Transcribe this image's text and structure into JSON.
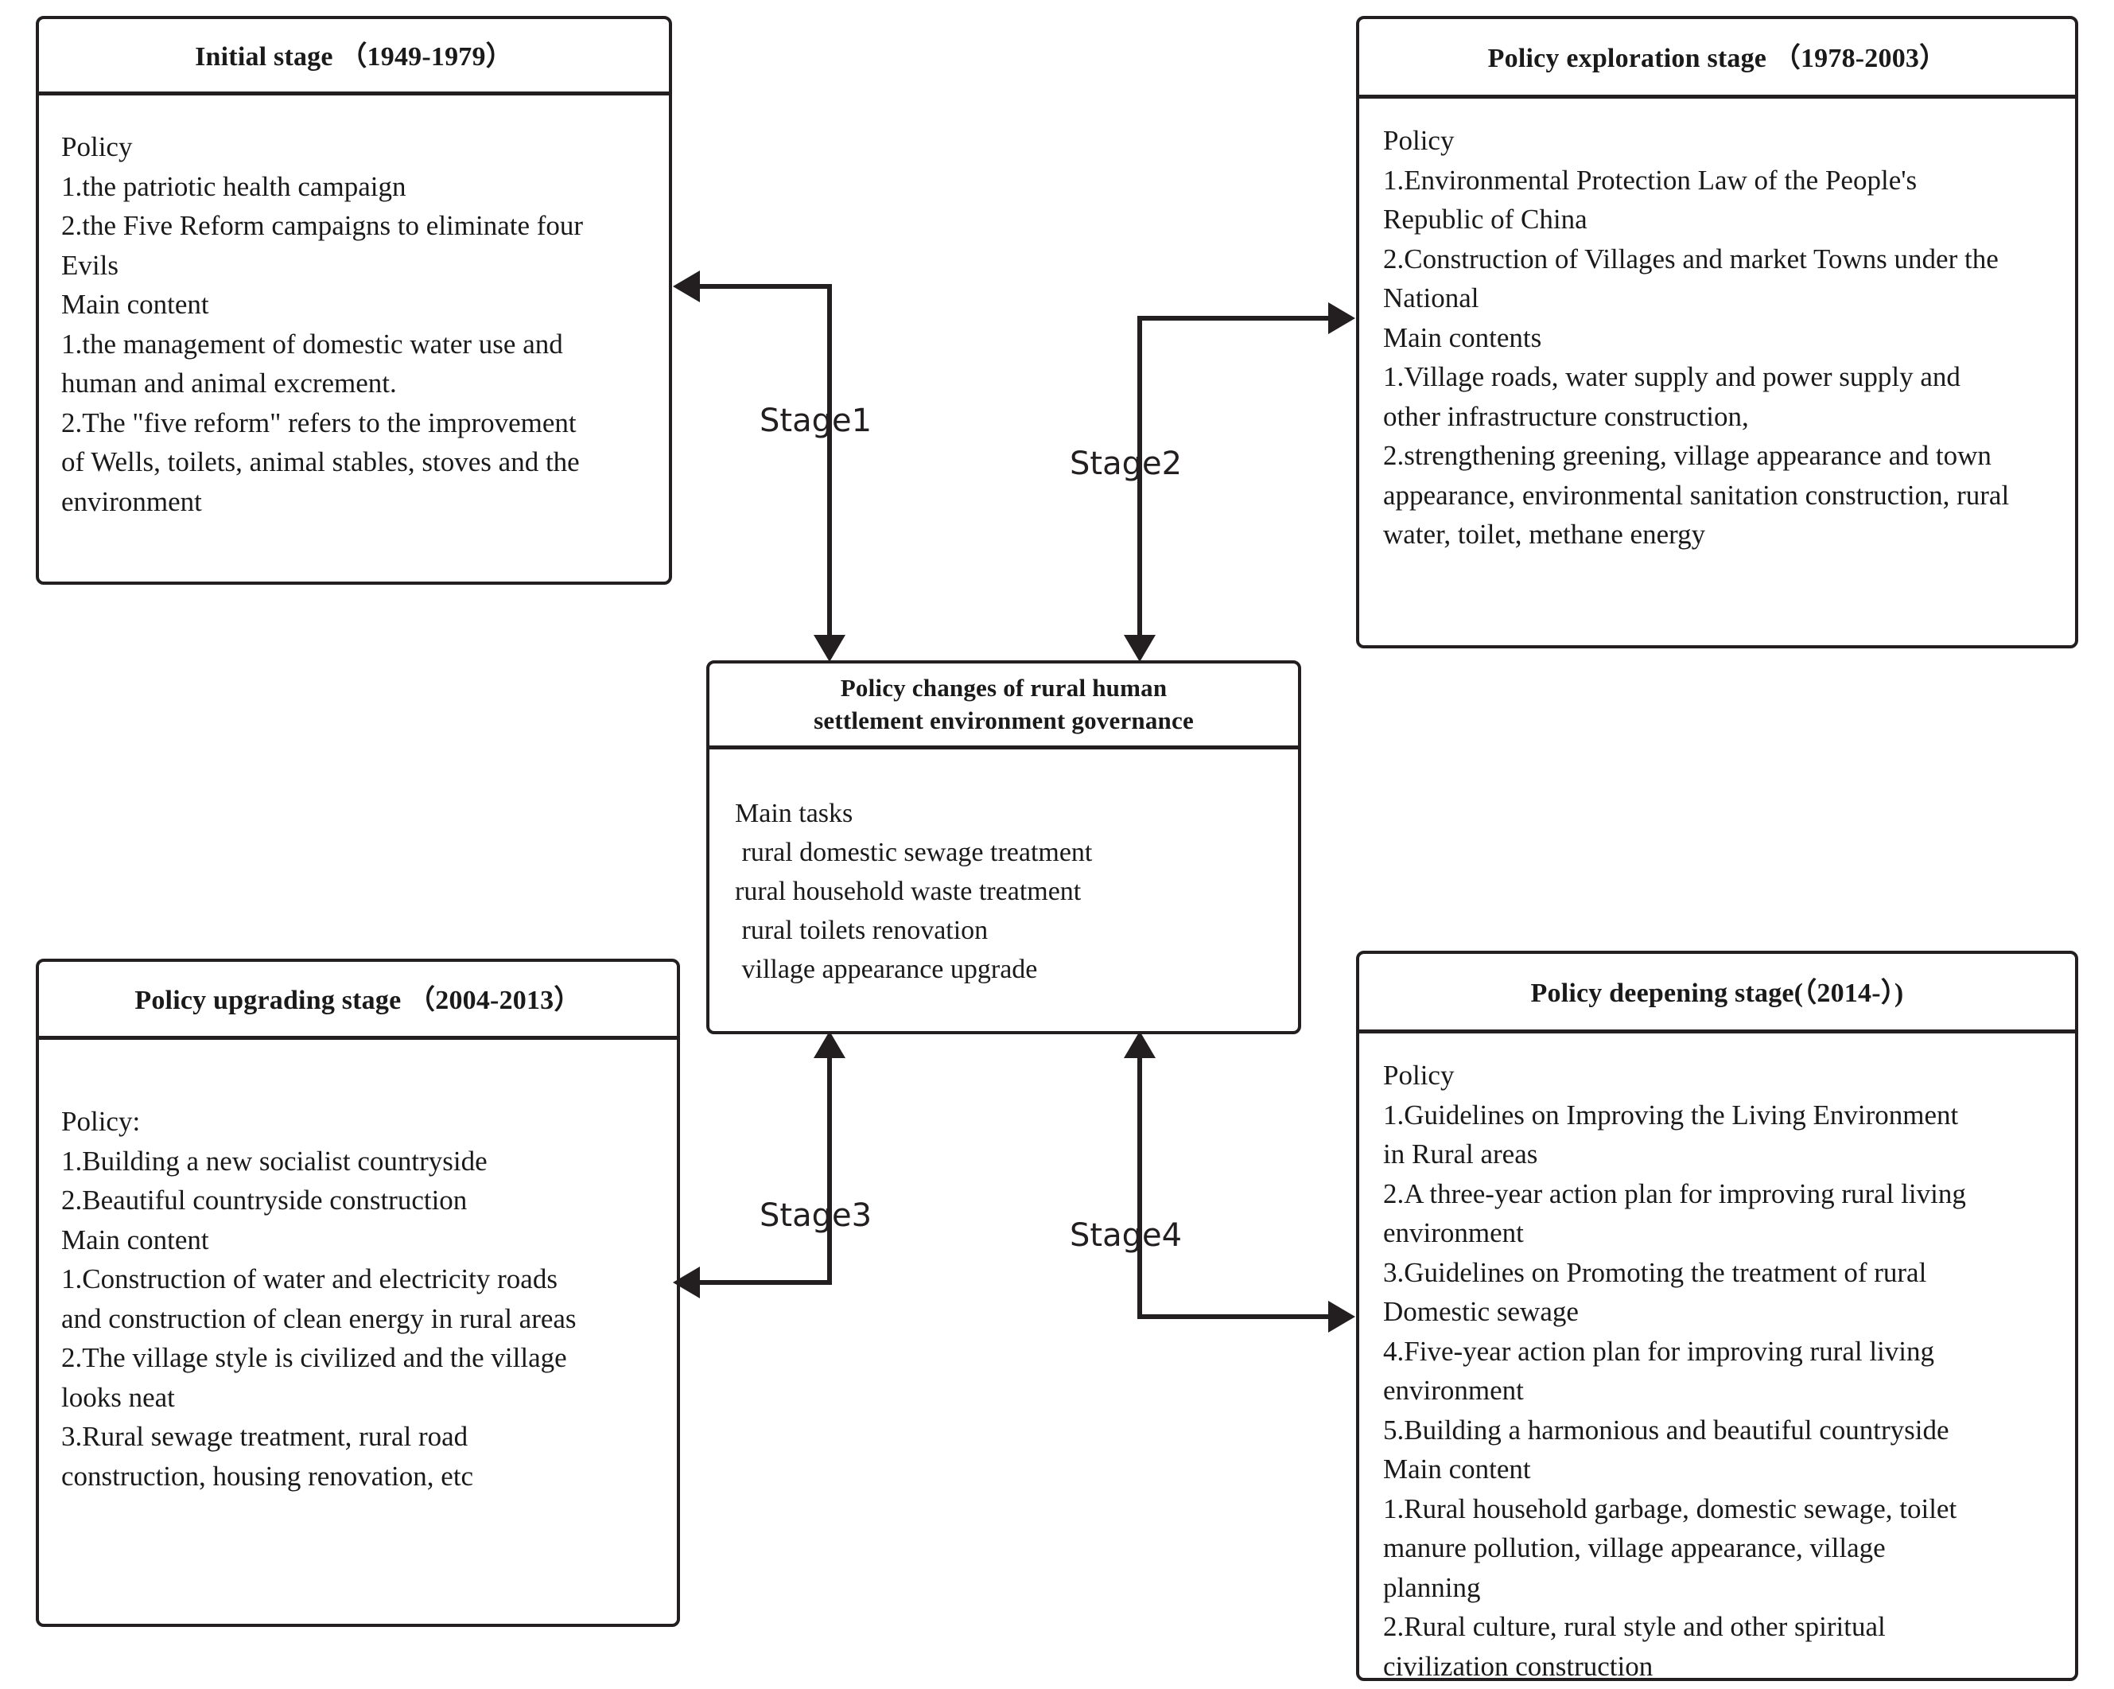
{
  "diagram": {
    "title_hidden": "",
    "colors": {
      "line": "#231f20",
      "text": "#1a1a1a",
      "background": "#ffffff"
    }
  },
  "boxes": {
    "initial": {
      "title": "Initial stage （1949-1979）",
      "lines": [
        "Policy",
        "1.the patriotic health campaign",
        "2.the Five Reform campaigns to eliminate four",
        "Evils",
        "Main content",
        "1.the management of domestic water use and",
        "human and animal excrement.",
        "2.The \"five reform\" refers to the improvement",
        "of Wells, toilets, animal stables, stoves and the",
        "environment"
      ]
    },
    "exploration": {
      "title": "Policy exploration stage （1978-2003）",
      "lines": [
        "Policy",
        "1.Environmental Protection Law of the People's",
        "Republic of China",
        "2.Construction of Villages and market Towns under the",
        "National",
        "Main contents",
        "1.Village roads, water supply and power supply and",
        "other infrastructure construction,",
        "2.strengthening greening, village appearance and town",
        "appearance, environmental sanitation construction, rural",
        "water, toilet, methane energy"
      ]
    },
    "center": {
      "title_line1": "Policy changes of rural human",
      "title_line2": "settlement environment governance",
      "lines": [
        "Main tasks",
        " rural domestic sewage treatment",
        "rural household waste treatment",
        " rural toilets renovation",
        " village appearance upgrade"
      ]
    },
    "upgrading": {
      "title": "Policy upgrading stage （2004-2013）",
      "lines": [
        "Policy:",
        "1.Building a new socialist countryside",
        "2.Beautiful countryside construction",
        "Main content",
        "1.Construction of water and electricity roads",
        "and construction of clean energy in rural areas",
        "2.The village style is civilized and the village",
        "looks neat",
        "3.Rural sewage treatment, rural road",
        "construction, housing renovation, etc"
      ]
    },
    "deepening": {
      "title": "Policy deepening stage(（2014-）)",
      "lines": [
        "Policy",
        "1.Guidelines on Improving the Living Environment",
        "in Rural areas",
        "2.A three-year action plan for improving rural living",
        "environment",
        "3.Guidelines on Promoting the treatment of rural",
        "Domestic sewage",
        "4.Five-year action plan for improving rural living",
        "environment",
        "5.Building a harmonious and beautiful countryside",
        "Main content",
        "1.Rural household garbage, domestic sewage, toilet",
        "manure pollution, village appearance, village",
        "planning",
        "2.Rural culture, rural style and other spiritual",
        "civilization construction"
      ]
    }
  },
  "connectors": [
    {
      "id": "stage1",
      "label": "Stage1",
      "from": "center",
      "to": "initial"
    },
    {
      "id": "stage2",
      "label": "Stage2",
      "from": "center",
      "to": "exploration"
    },
    {
      "id": "stage3",
      "label": "Stage3",
      "from": "center",
      "to": "upgrading"
    },
    {
      "id": "stage4",
      "label": "Stage4",
      "from": "center",
      "to": "deepening"
    }
  ]
}
